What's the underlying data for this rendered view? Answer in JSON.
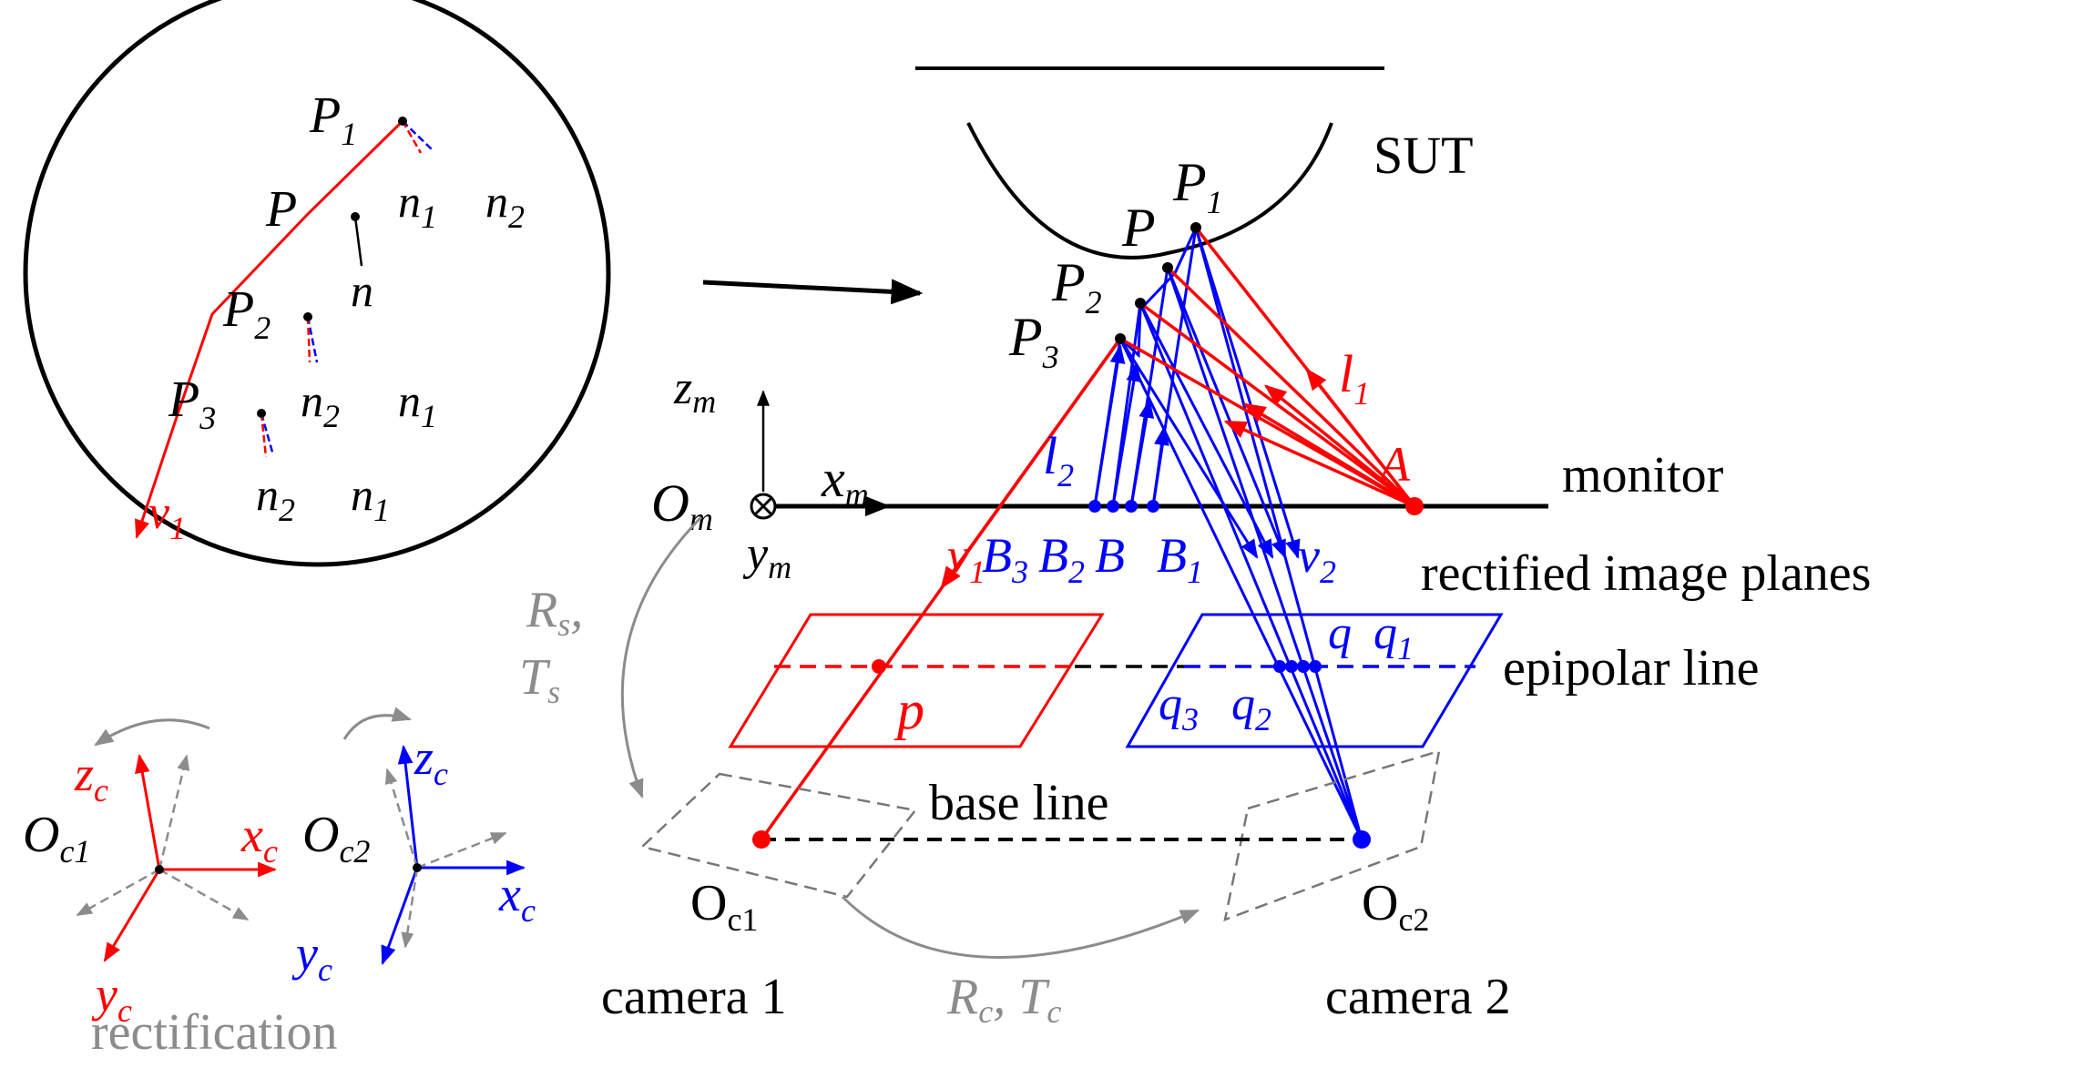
{
  "colors": {
    "black": "#000000",
    "red": "#ff0000",
    "blue": "#0000ff",
    "gray": "#8c8c8c"
  },
  "inset": {
    "P1": "P",
    "P1_sub": "1",
    "P": "P",
    "P2": "P",
    "P2_sub": "2",
    "P3": "P",
    "P3_sub": "3",
    "n": "n",
    "n1": "n",
    "n1_sub": "1",
    "n2": "n",
    "n2_sub": "2",
    "v1": "v",
    "v1_sub": "1"
  },
  "scene": {
    "sut": "SUT",
    "P1": "P",
    "P1_sub": "1",
    "P": "P",
    "P2": "P",
    "P2_sub": "2",
    "P3": "P",
    "P3_sub": "3",
    "l1": "l",
    "l1_sub": "1",
    "l2": "l",
    "l2_sub": "2",
    "A": "A",
    "monitor": "monitor",
    "zm": "z",
    "zm_sub": "m",
    "xm": "x",
    "xm_sub": "m",
    "ym": "y",
    "ym_sub": "m",
    "Om": "O",
    "Om_sub": "m",
    "v1": "v",
    "v1_sub": "1",
    "v2": "v",
    "v2_sub": "2",
    "B3": "B",
    "B3_sub": "3",
    "B2": "B",
    "B2_sub": "2",
    "B": "B",
    "B1": "B",
    "B1_sub": "1",
    "rectified_planes": "rectified image planes",
    "epipolar_line": "epipolar line",
    "p": "p",
    "q": "q",
    "q1": "q",
    "q1_sub": "1",
    "q2": "q",
    "q2_sub": "2",
    "q3": "q",
    "q3_sub": "3",
    "base_line": "base line",
    "Oc1": "O",
    "Oc1_sub": "c1",
    "Oc2": "O",
    "Oc2_sub": "c2",
    "camera1": "camera 1",
    "camera2": "camera 2",
    "Rs": "R",
    "Rs_sub": "s",
    "Ts": "T",
    "Ts_sub": "s",
    "Rc": "R",
    "Rc_sub": "c",
    "Tc": "T",
    "Tc_sub": "c"
  },
  "frames": {
    "Oc1": "O",
    "Oc1_sub": "c1",
    "Oc2": "O",
    "Oc2_sub": "c2",
    "zc_left": "z",
    "zc_left_sub": "c",
    "xc_left": "x",
    "xc_left_sub": "c",
    "yc_left": "y",
    "yc_left_sub": "c",
    "zc_right": "z",
    "zc_right_sub": "c",
    "xc_right": "x",
    "xc_right_sub": "c",
    "yc_right": "y",
    "yc_right_sub": "c",
    "rectification": "rectification"
  }
}
